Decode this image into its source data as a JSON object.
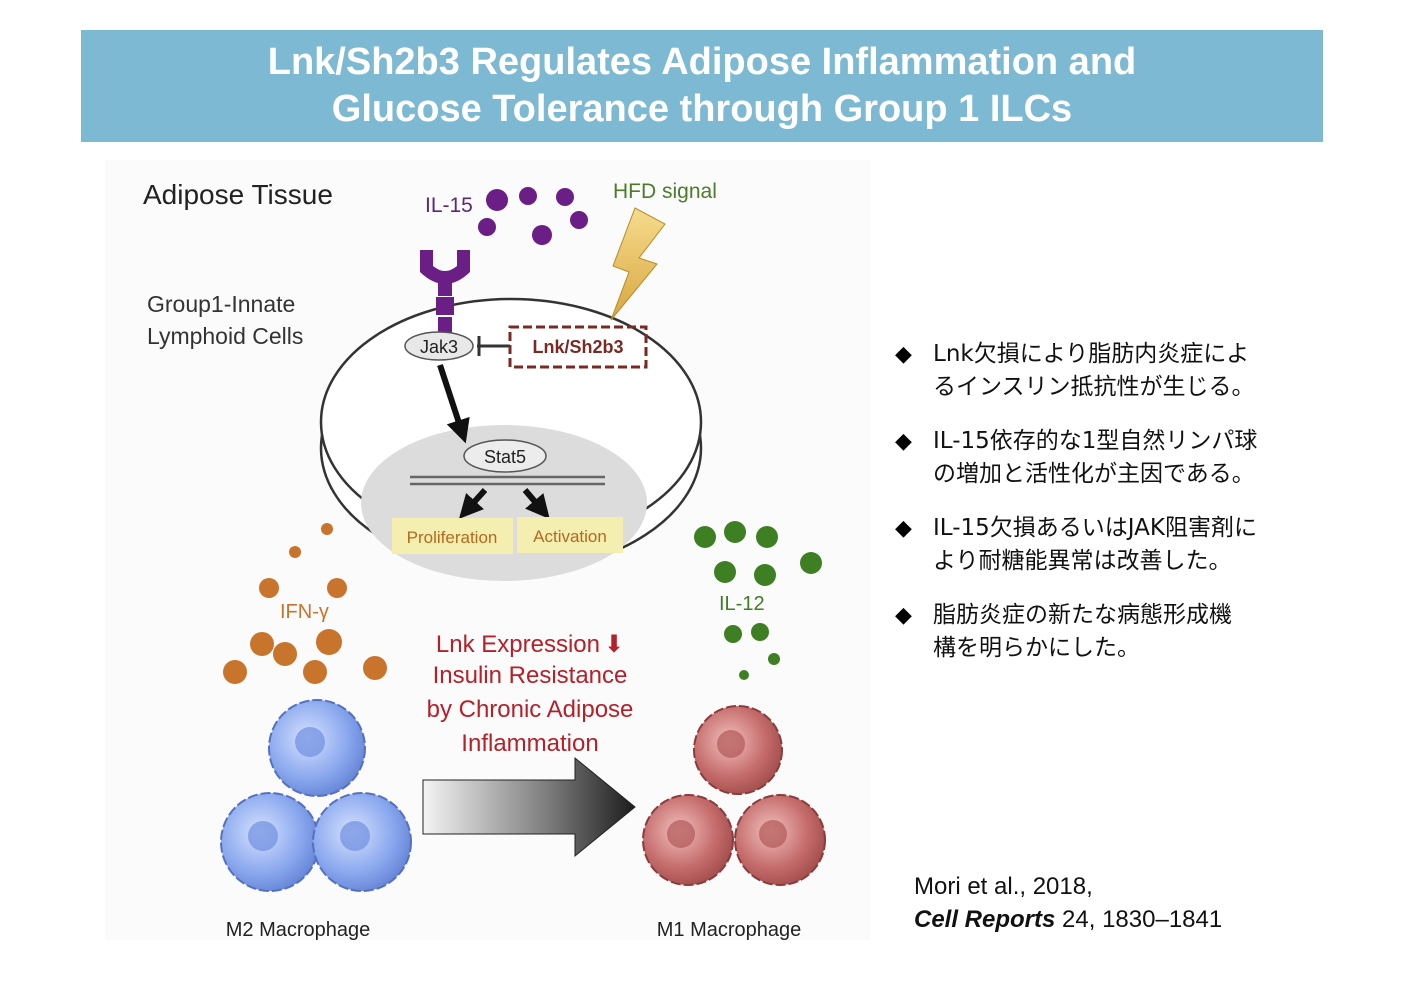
{
  "title": {
    "line1": "Lnk/Sh2b3 Regulates Adipose Inflammation and",
    "line2": "Glucose Tolerance through Group 1 ILCs"
  },
  "diagram": {
    "adipose_tissue": "Adipose Tissue",
    "il15": "IL-15",
    "hfd_signal": "HFD signal",
    "group1_line1": "Group1-Innate",
    "group1_line2": "Lymphoid Cells",
    "jak3": "Jak3",
    "lnk_sh2b3": "Lnk/Sh2b3",
    "stat5": "Stat5",
    "proliferation": "Proliferation",
    "activation": "Activation",
    "ifn_gamma": "IFN-γ",
    "il12": "IL-12",
    "center_line1": "Lnk Expression",
    "center_arrow": "⬇",
    "center_line2": "Insulin Resistance",
    "center_line3": "by Chronic Adipose",
    "center_line4": "Inflammation",
    "m2_label": "M2 Macrophage",
    "m1_label": "M1 Macrophage"
  },
  "bullets": [
    {
      "line1": "Lnk欠損により脂肪内炎症によ",
      "line2": "るインスリン抵抗性が生じる。"
    },
    {
      "line1": "IL-15依存的な1型自然リンパ球",
      "line2": "の増加と活性化が主因である。"
    },
    {
      "line1": "IL-15欠損あるいはJAK阻害剤に",
      "line2": "より耐糖能異常は改善した。"
    },
    {
      "line1": "脂肪炎症の新たな病態形成機",
      "line2": "構を明らかにした。"
    }
  ],
  "bullet_marker": "◆",
  "citation": {
    "line1": "Mori et al., 2018,",
    "journal": "Cell Reports",
    "volume_pages": " 24, 1830–1841"
  },
  "colors": {
    "title_bar": "#7db9d2",
    "il15_purple": "#6a1e86",
    "hfd_green": "#4e7a2c",
    "ifn_orange": "#c8742c",
    "il12_green": "#3e7f23",
    "red_text": "#b3212a",
    "m2_blue": "#8aa8ee",
    "m1_red": "#c46a6a"
  }
}
